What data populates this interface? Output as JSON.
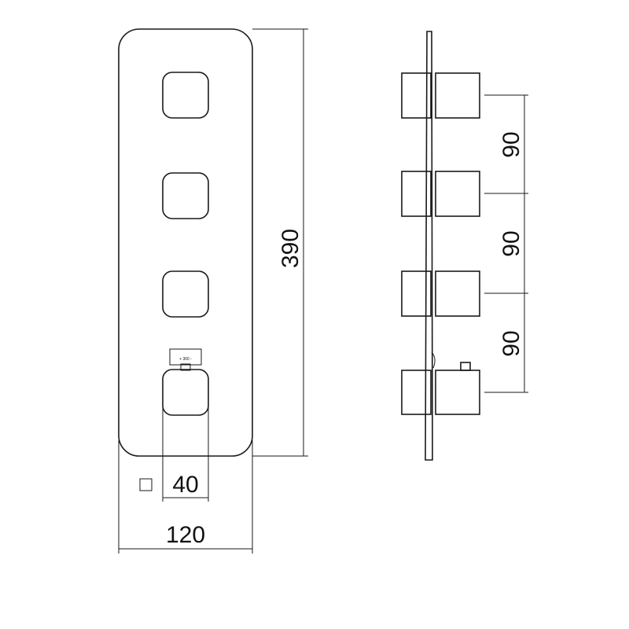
{
  "dimensions": {
    "height": "390",
    "width": "120",
    "knob": "40",
    "spacing_1": "90",
    "spacing_2": "90",
    "spacing_3": "90"
  },
  "knob_symbol": "square-symbol",
  "scale_label": "+ 360 -"
}
